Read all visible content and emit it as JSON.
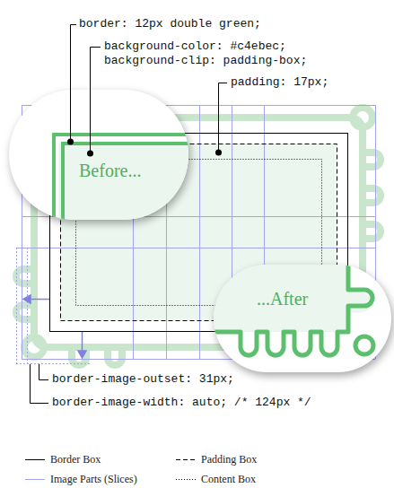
{
  "diagram": {
    "nodes": [
      {
        "text": [
          "Before..."
        ]
      },
      {
        "text": [
          "...After"
        ]
      }
    ],
    "labels": [
      "border: 12px double green;",
      "background-color: #c4ebec;",
      "background-clip: padding-box;",
      "padding: 17px;",
      "border-image-outset: 31px;",
      "border-image-width: auto; /* 124px */"
    ],
    "legend": [
      {
        "text": "Border Box"
      },
      {
        "text": "Image Parts (Slices)"
      },
      {
        "text": "Padding Box"
      },
      {
        "text": "Content Box"
      }
    ]
  }
}
